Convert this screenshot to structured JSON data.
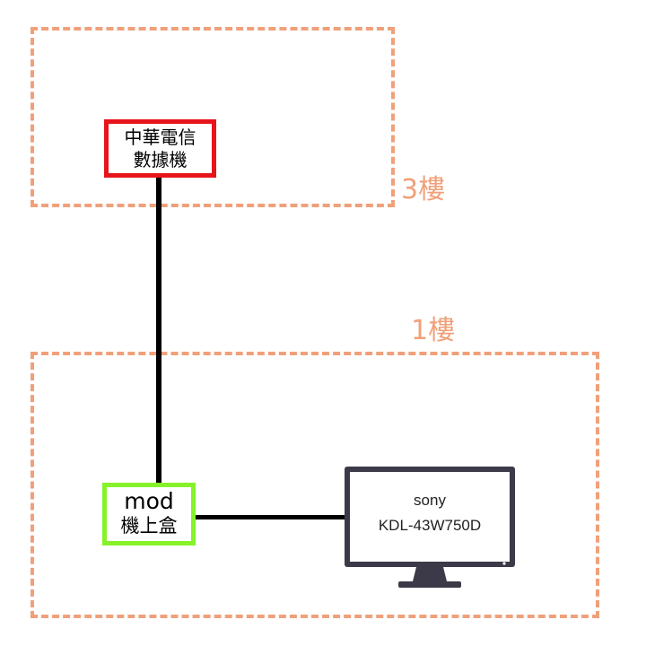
{
  "colors": {
    "zone_border": "#f0a07a",
    "floor_label": "#f0a07a",
    "modem_border": "#e8141b",
    "stb_border": "#86f22a",
    "wire": "#000000",
    "tv_frame": "#3c3a48"
  },
  "floors": [
    {
      "label": "3樓"
    },
    {
      "label": "1樓"
    }
  ],
  "modem": {
    "line1": "中華電信",
    "line2": "數據機"
  },
  "stb": {
    "line1": "mod",
    "line2": "機上盒"
  },
  "tv": {
    "brand": "sony",
    "model": "KDL-43W750D",
    "icon": "tv-monitor-icon"
  }
}
